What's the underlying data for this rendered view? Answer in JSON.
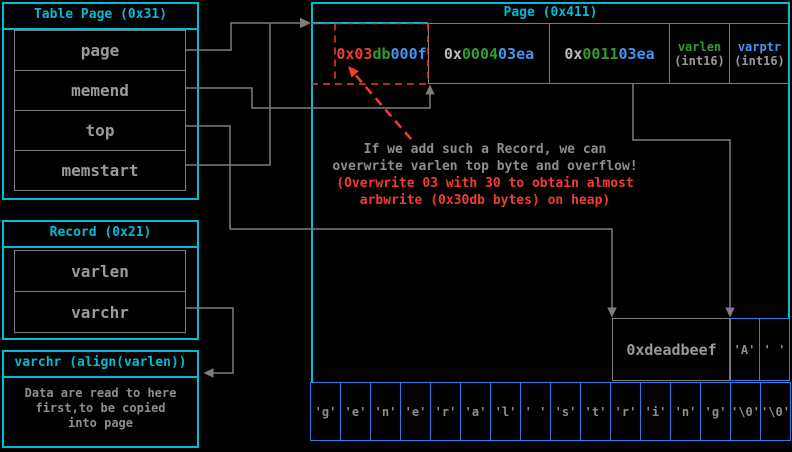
{
  "colors": {
    "background": "#000000",
    "cyan": "#00bcd4",
    "line_gray": "#7d7d7d",
    "text_gray": "#8e8e8e",
    "red": "#f23b31",
    "green": "#2f9e2f",
    "blue_text": "#4694f2",
    "blue_border": "#2f7fe8"
  },
  "table_page": {
    "title": "Table Page (0x31)",
    "rows": [
      "page",
      "memend",
      "top",
      "memstart"
    ]
  },
  "record": {
    "title": "Record (0x21)",
    "rows": [
      "varlen",
      "varchr"
    ]
  },
  "varchr_box": {
    "title": "varchr (align(varlen))",
    "lines": [
      "Data are read to here",
      "first,to be copied",
      "into page"
    ]
  },
  "page": {
    "title": "Page (0x411)",
    "record_cell": {
      "parts": [
        {
          "text": "0x03"
        },
        {
          "text": "db"
        },
        {
          "text": "000f"
        }
      ]
    },
    "cell2": {
      "parts": [
        {
          "text": "0x"
        },
        {
          "text": "0004"
        },
        {
          "text": "03ea"
        }
      ]
    },
    "cell3": {
      "parts": [
        {
          "text": "0x"
        },
        {
          "text": "0011"
        },
        {
          "text": "03ea"
        }
      ]
    },
    "varlen_col": {
      "name": "varlen",
      "type": "(int16)"
    },
    "varptr_col": {
      "name": "varptr",
      "type": "(int16)"
    }
  },
  "annotation": {
    "gray_line1": "If we add such a Record, we can",
    "gray_line2": "overwrite varlen top byte and overflow!",
    "red_line1": "(Overwrite 03 with 30 to obtain almost",
    "red_line2": "arbwrite (0x30db bytes) on heap)"
  },
  "heap": {
    "value": "0xdeadbeef",
    "cells": [
      "'A'",
      "' '"
    ]
  },
  "string_row": [
    "'g'",
    "'e'",
    "'n'",
    "'e'",
    "'r'",
    "'a'",
    "'l'",
    "' '",
    "'s'",
    "'t'",
    "'r'",
    "'i'",
    "'n'",
    "'g'",
    "'\\0'",
    "'\\0'"
  ]
}
